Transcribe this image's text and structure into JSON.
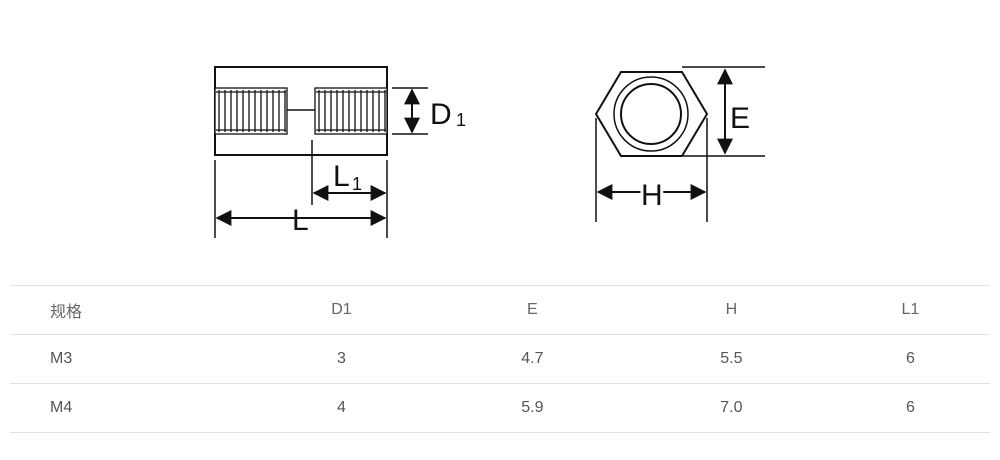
{
  "diagram": {
    "label_d1": "D",
    "label_d1_sub": "1",
    "label_l1": "L",
    "label_l1_sub": "1",
    "label_l": "L",
    "label_e": "E",
    "label_h": "H"
  },
  "table": {
    "headers": [
      "规格",
      "D1",
      "E",
      "H",
      "L1"
    ],
    "rows": [
      [
        "M3",
        "3",
        "4.7",
        "5.5",
        "6"
      ],
      [
        "M4",
        "4",
        "5.9",
        "7.0",
        "6"
      ]
    ]
  }
}
